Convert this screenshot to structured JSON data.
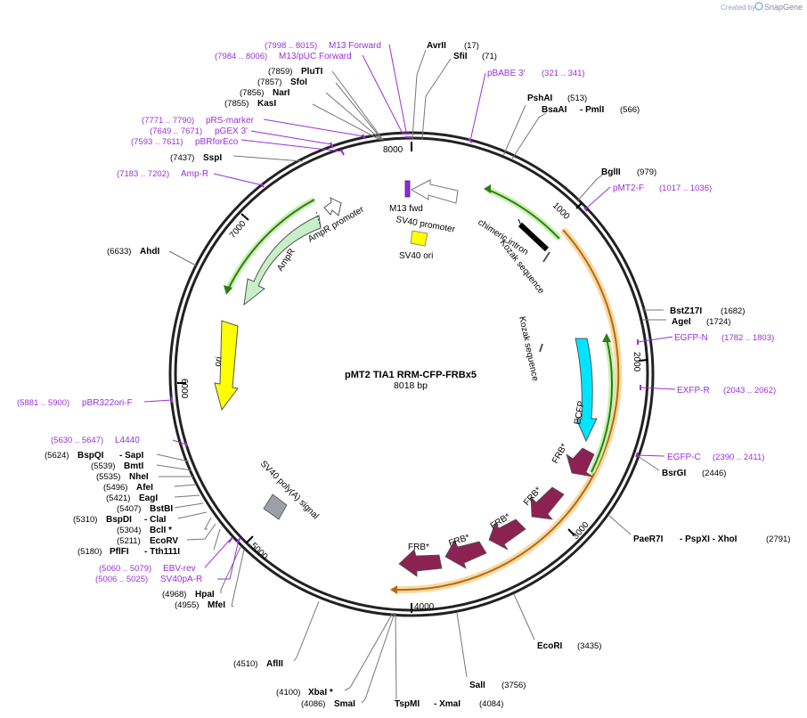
{
  "branding": {
    "prefix": "Created by",
    "name": "SnapGene"
  },
  "plasmid": {
    "name": "pMT2 TIA1 RRM-CFP-FRBx5",
    "size_label": "8018 bp",
    "length": 8018
  },
  "ticks": [
    "1000",
    "2000",
    "3000",
    "4000",
    "5000",
    "6000",
    "7000",
    "8000"
  ],
  "sites": [
    {
      "name": "AvrII",
      "pos": "(17)"
    },
    {
      "name": "SfiI",
      "pos": "(71)"
    },
    {
      "name": "PshAI",
      "pos": "(513)"
    },
    {
      "name": "BsaAI",
      "pos": "",
      "extra": "- PmlI",
      "extra_pos": "(566)"
    },
    {
      "name": "BglII",
      "pos": "(979)"
    },
    {
      "name": "BstZ17I",
      "pos": "(1682)"
    },
    {
      "name": "AgeI",
      "pos": "(1724)"
    },
    {
      "name": "BsrGI",
      "pos": "(2446)"
    },
    {
      "name": "PaeR7I",
      "pos": "",
      "extra": "- PspXI   - XhoI",
      "extra_pos": "(2791)"
    },
    {
      "name": "EcoRI",
      "pos": "(3435)"
    },
    {
      "name": "SalI",
      "pos": "(3756)"
    },
    {
      "name": "TspMI",
      "pos": "",
      "extra": "- XmaI",
      "extra_pos": "(4084)"
    },
    {
      "name": "SmaI",
      "pos": "(4086)"
    },
    {
      "name": "XbaI *",
      "pos": "(4100)"
    },
    {
      "name": "AflII",
      "pos": "(4510)"
    },
    {
      "name": "MfeI",
      "pos": "(4955)"
    },
    {
      "name": "HpaI",
      "pos": "(4968)"
    },
    {
      "name": "PflFI",
      "pos": "(5180)",
      "extra": "- Tth111I"
    },
    {
      "name": "EcoRV",
      "pos": "(5211)"
    },
    {
      "name": "BclI *",
      "pos": "(5304)"
    },
    {
      "name": "BspDI",
      "pos": "(5310)",
      "extra": "- ClaI"
    },
    {
      "name": "BstBI",
      "pos": "(5407)"
    },
    {
      "name": "EagI",
      "pos": "(5421)"
    },
    {
      "name": "AfeI",
      "pos": "(5496)"
    },
    {
      "name": "NheI",
      "pos": "(5535)"
    },
    {
      "name": "BmtI",
      "pos": "(5539)"
    },
    {
      "name": "BspQI",
      "pos": "(5624)",
      "extra": "- SapI"
    },
    {
      "name": "AhdI",
      "pos": "(6633)"
    },
    {
      "name": "SspI",
      "pos": "(7437)"
    },
    {
      "name": "KasI",
      "pos": "(7855)"
    },
    {
      "name": "NarI",
      "pos": "(7856)"
    },
    {
      "name": "SfoI",
      "pos": "(7857)"
    },
    {
      "name": "PluTI",
      "pos": "(7859)"
    }
  ],
  "primers": [
    {
      "name": "M13 Forward",
      "pos": "(7998 .. 8015)"
    },
    {
      "name": "M13/pUC Forward",
      "pos": "(7984 .. 8006)"
    },
    {
      "name": "pBABE 3'",
      "pos": "(321 .. 341)"
    },
    {
      "name": "pMT2-F",
      "pos": "(1017 .. 1036)"
    },
    {
      "name": "EGFP-N",
      "pos": "(1782 .. 1803)"
    },
    {
      "name": "EXFP-R",
      "pos": "(2043 .. 2062)"
    },
    {
      "name": "EGFP-C",
      "pos": "(2390 .. 2411)"
    },
    {
      "name": "EBV-rev",
      "pos": "(5060 .. 5079)"
    },
    {
      "name": "SV40pA-R",
      "pos": "(5006 .. 5025)"
    },
    {
      "name": "L4440",
      "pos": "(5630 .. 5647)"
    },
    {
      "name": "pBR322ori-F",
      "pos": "(5881 .. 5900)"
    },
    {
      "name": "Amp-R",
      "pos": "(7183 .. 7202)"
    },
    {
      "name": "pBRforEco",
      "pos": "(7593 .. 7611)"
    },
    {
      "name": "pGEX 3'",
      "pos": "(7649 .. 7671)"
    },
    {
      "name": "pRS-marker",
      "pos": "(7771 .. 7790)"
    }
  ],
  "features": [
    {
      "name": "M13 fwd",
      "color": "#8a2be2"
    },
    {
      "name": "SV40 promoter",
      "color": "#ffffff"
    },
    {
      "name": "SV40 ori",
      "color": "#ffff00"
    },
    {
      "name": "chimeric intron",
      "color": "#000000"
    },
    {
      "name": "Kozak sequence",
      "color": "#9aa0a6"
    },
    {
      "name": "Kozak sequence",
      "color": "#9aa0a6"
    },
    {
      "name": "ECFP",
      "color": "#00e5ff"
    },
    {
      "name": "FRB*",
      "color": "#8b2252"
    },
    {
      "name": "FRB*",
      "color": "#8b2252"
    },
    {
      "name": "FRB*",
      "color": "#8b2252"
    },
    {
      "name": "FRB*",
      "color": "#8b2252"
    },
    {
      "name": "FRB*",
      "color": "#8b2252"
    },
    {
      "name": "SV40 poly(A) signal",
      "color": "#9aa0a6"
    },
    {
      "name": "ori",
      "color": "#ffff00"
    },
    {
      "name": "AmpR",
      "color": "#c8f0c8"
    },
    {
      "name": "AmpR promoter",
      "color": "#ffffff"
    }
  ],
  "colors": {
    "primer": "#9b30d9",
    "orf_orange": "#e89a2c",
    "orf_green": "#3a8f1c",
    "backbone": "#222222"
  }
}
